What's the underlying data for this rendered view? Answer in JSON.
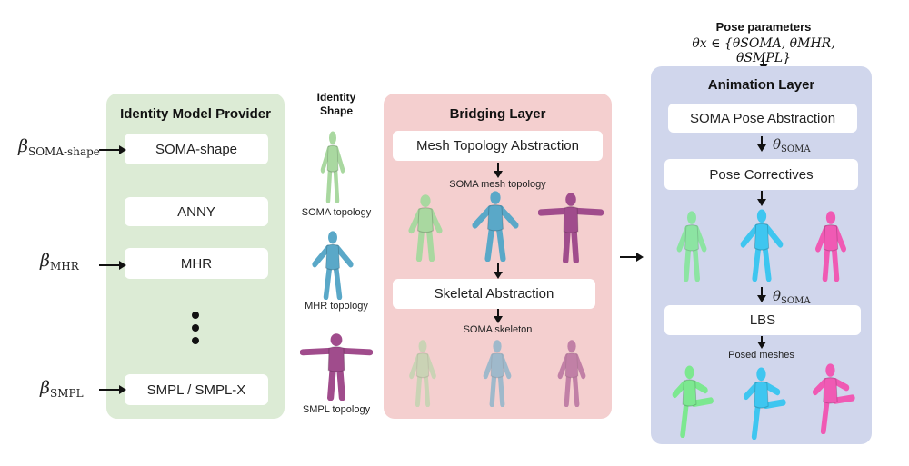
{
  "identity_panel": {
    "title": "Identity Model Provider",
    "boxes": [
      "SOMA-shape",
      "ANNY",
      "MHR",
      "SMPL / SMPL-X"
    ],
    "beta_soma": {
      "symbol": "β",
      "sub": "SOMA-shape"
    },
    "beta_mhr": {
      "symbol": "β",
      "sub": "MHR"
    },
    "beta_smpl": {
      "symbol": "β",
      "sub": "SMPL"
    }
  },
  "identity_shape": {
    "title_line1": "Identity",
    "title_line2": "Shape",
    "labels": [
      "SOMA topology",
      "MHR topology",
      "SMPL topology"
    ]
  },
  "bridging_panel": {
    "title": "Bridging Layer",
    "box_mesh": "Mesh Topology Abstraction",
    "label_mesh": "SOMA mesh topology",
    "box_skeletal": "Skeletal Abstraction",
    "label_skeleton": "SOMA skeleton"
  },
  "pose_params": {
    "title": "Pose parameters",
    "formula": "θx ∈ {θSOMA, θMHR, θSMPL}"
  },
  "animation_panel": {
    "title": "Animation Layer",
    "box_pose_abs": "SOMA Pose Abstraction",
    "theta1": {
      "symbol": "θ",
      "sub": "SOMA"
    },
    "box_correctives": "Pose Correctives",
    "theta2": {
      "symbol": "θ",
      "sub": "SOMA"
    },
    "box_lbs": "LBS",
    "label_posed": "Posed meshes"
  },
  "colors": {
    "green_panel": "#dcebd5",
    "red_panel": "#f4cfcf",
    "blue_panel": "#d0d6ec",
    "mesh_green": "#a9d8a0",
    "mesh_blue": "#5aa8c8",
    "mesh_purple": "#a04c8c",
    "mesh_cyan": "#3ec6f0",
    "mesh_pink": "#f05ab4",
    "mesh_lime": "#7ce890"
  },
  "icons": [
    "arrow-right-icon",
    "arrow-down-icon",
    "human-figure-icon",
    "vertical-ellipsis-icon"
  ]
}
